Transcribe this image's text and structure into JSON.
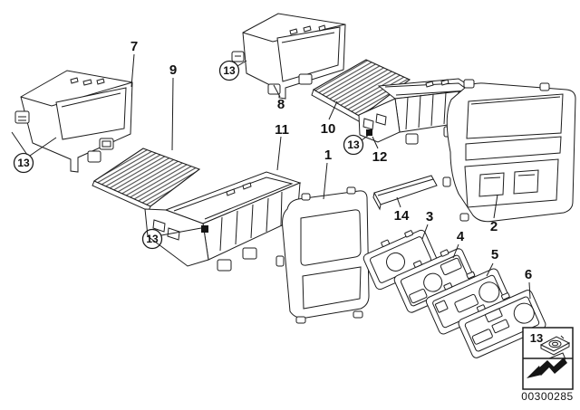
{
  "diagram": {
    "drawing_number": "00300285",
    "labels": {
      "l1": "1",
      "l2": "2",
      "l3": "3",
      "l4": "4",
      "l5": "5",
      "l6": "6",
      "l7": "7",
      "l8": "8",
      "l9": "9",
      "l10": "10",
      "l11": "11",
      "l12": "12",
      "l13": "13",
      "l14": "14"
    },
    "legend": {
      "fastener_label": "13",
      "fastener_icon": "clip-fastener-icon",
      "direction_icon": "installation-direction-arrow-icon"
    }
  }
}
